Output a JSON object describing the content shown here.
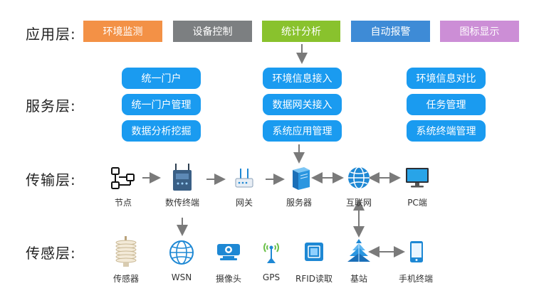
{
  "layers": {
    "application": "应用层:",
    "service": "服务层:",
    "transport": "传输层:",
    "sensing": "传感层:"
  },
  "application_items": [
    {
      "label": "环境监测",
      "color": "#f39146"
    },
    {
      "label": "设备控制",
      "color": "#7c7f81"
    },
    {
      "label": "统计分析",
      "color": "#89c22d"
    },
    {
      "label": "自动报警",
      "color": "#3e8bd6"
    },
    {
      "label": "图标显示",
      "color": "#cc8ed6"
    }
  ],
  "service_items": {
    "left": [
      "统一门户",
      "统一门户管理",
      "数据分析挖掘"
    ],
    "middle": [
      "环境信息接入",
      "数据网关接入",
      "系统应用管理"
    ],
    "right": [
      "环境信息对比",
      "任务管理",
      "系统终端管理"
    ]
  },
  "transport_devices": [
    {
      "label": "节点",
      "icon": "node-topology-icon"
    },
    {
      "label": "数传终端",
      "icon": "data-terminal-icon"
    },
    {
      "label": "网关",
      "icon": "gateway-router-icon"
    },
    {
      "label": "服务器",
      "icon": "server-icon"
    },
    {
      "label": "互联网",
      "icon": "globe-icon"
    },
    {
      "label": "PC端",
      "icon": "monitor-icon"
    }
  ],
  "sensing_devices": [
    {
      "label": "传感器",
      "icon": "sensor-shield-icon"
    },
    {
      "label": "WSN",
      "icon": "wsn-globe-icon"
    },
    {
      "label": "摄像头",
      "icon": "camera-icon"
    },
    {
      "label": "GPS",
      "icon": "gps-antenna-icon"
    },
    {
      "label": "RFID读取",
      "icon": "rfid-chip-icon"
    },
    {
      "label": "基站",
      "icon": "base-station-icon"
    },
    {
      "label": "手机终端",
      "icon": "mobile-phone-icon"
    }
  ],
  "colors": {
    "service_pill": "#1a9bf0",
    "arrow": "#7a7a7a",
    "icon_blue": "#1e88d4"
  }
}
